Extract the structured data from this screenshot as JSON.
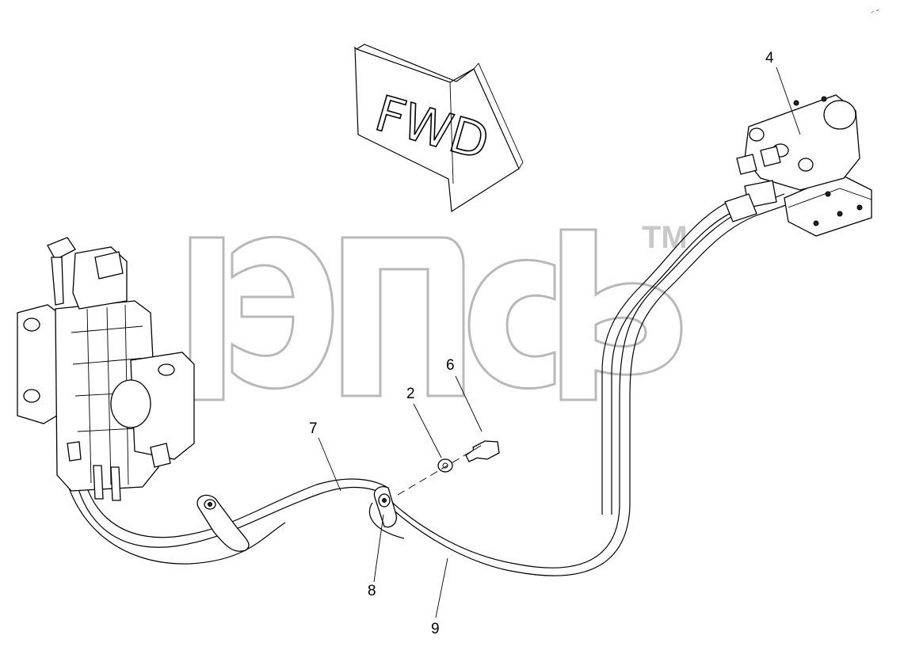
{
  "diagram": {
    "direction_label": "FWD",
    "watermark_mark": "TM",
    "corner_mark": "⌐ ━",
    "callouts": [
      {
        "id": "4",
        "label": "4"
      },
      {
        "id": "6",
        "label": "6"
      },
      {
        "id": "2",
        "label": "2"
      },
      {
        "id": "7",
        "label": "7"
      },
      {
        "id": "8",
        "label": "8"
      },
      {
        "id": "9",
        "label": "9"
      }
    ]
  }
}
